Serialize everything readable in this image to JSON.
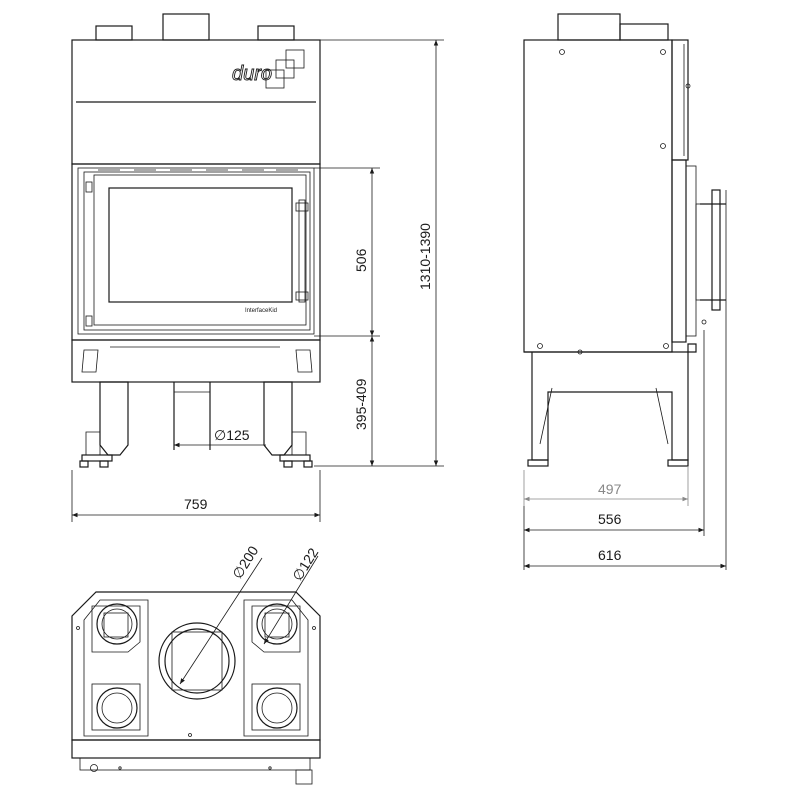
{
  "brand": {
    "logo_text": "duro",
    "plate_text": "InterfaceKid"
  },
  "dimensions": {
    "front_width": "759",
    "front_height": "1310-1390",
    "glass_height": "506",
    "leg_height": "395-409",
    "outlet_diameter": "∅125",
    "side_depth_inner": "497",
    "side_depth_mid": "556",
    "side_depth_total": "616",
    "top_center_diameter": "∅200",
    "top_corner_diameter": "∅122"
  },
  "colors": {
    "line": "#1a1a1a",
    "secondary_dimension": "#888888"
  }
}
